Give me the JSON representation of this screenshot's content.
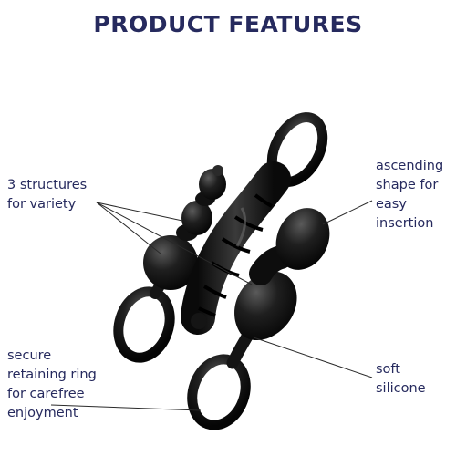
{
  "title": "PRODUCT FEATURES",
  "features": [
    {
      "lines": [
        "3 structures",
        "for variety"
      ]
    },
    {
      "lines": [
        "ascending",
        "shape for",
        "easy",
        "insertion"
      ]
    },
    {
      "lines": [
        "secure",
        "retaining ring",
        "for carefree",
        "enjoyment"
      ]
    },
    {
      "lines": [
        "soft",
        "silicone"
      ]
    }
  ],
  "colors": {
    "title": "#262a5e",
    "text": "#262a5e",
    "product": "#141414",
    "leader_line": "#2a2a2a"
  }
}
